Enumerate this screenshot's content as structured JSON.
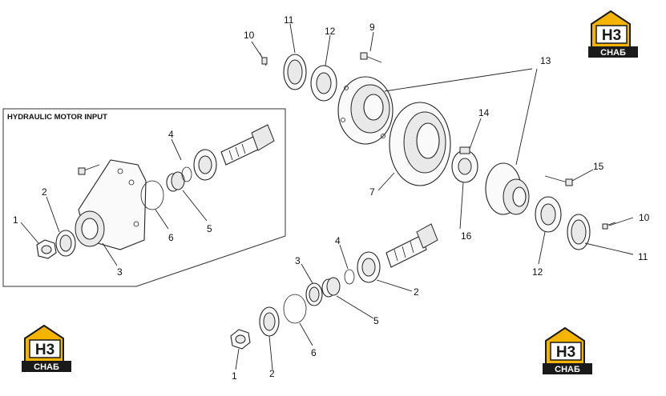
{
  "inset": {
    "title": "HYDRAULIC MOTOR INPUT"
  },
  "logo": {
    "mark": "H3",
    "text": "СНАБ",
    "color_fill": "#f4b400",
    "color_dark": "#1a1a1a"
  },
  "callouts": {
    "c10a": "10",
    "c11a": "11",
    "c12a": "12",
    "c9": "9",
    "c13": "13",
    "c14": "14",
    "c15": "15",
    "c7": "7",
    "c16": "16",
    "c10b": "10",
    "c11b": "11",
    "c12b": "12",
    "c2a": "2",
    "c4a": "4",
    "c3a": "3",
    "c5a": "5",
    "c6a": "6",
    "c1a": "1",
    "c2b": "2",
    "i4": "4",
    "i2": "2",
    "i1": "1",
    "i6": "6",
    "i5": "5",
    "i3": "3"
  }
}
